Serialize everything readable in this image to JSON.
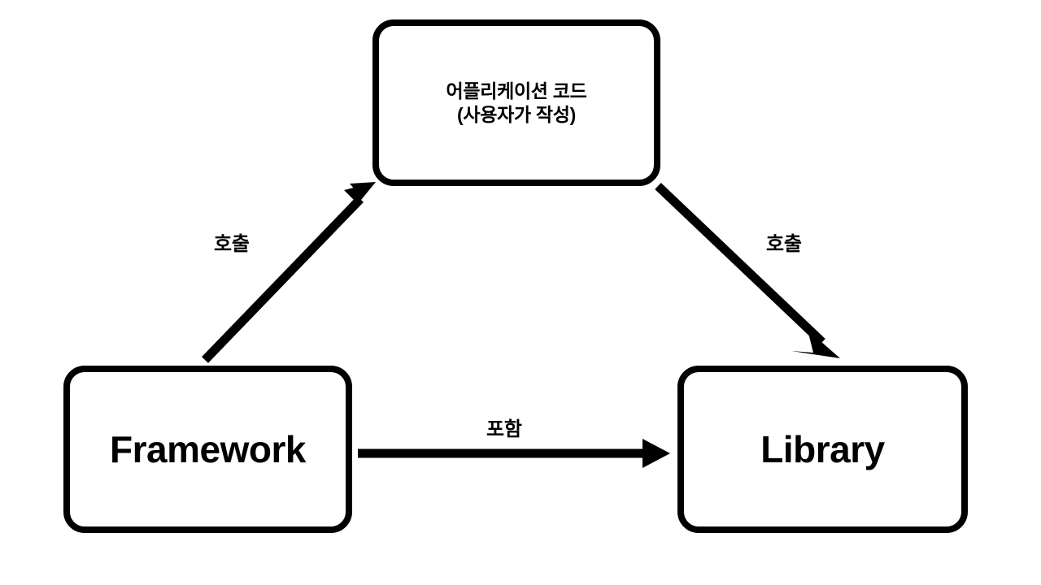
{
  "diagram": {
    "title": "Framework vs Library relationship diagram",
    "background_color": "#ffffff",
    "stroke_color": "#000000",
    "nodes": [
      {
        "id": "application-code",
        "label": "어플리케이션 코드\n(사용자가 작성)",
        "line1": "어플리케이션 코드",
        "line2": "(사용자가 작성)"
      },
      {
        "id": "framework",
        "label": "Framework"
      },
      {
        "id": "library",
        "label": "Library"
      }
    ],
    "edges": [
      {
        "id": "framework-to-application-code",
        "label": "호출",
        "from": "framework",
        "to": "application-code",
        "direction": "up-right"
      },
      {
        "id": "application-code-to-library",
        "label": "호출",
        "from": "application-code",
        "to": "library",
        "direction": "down-right"
      },
      {
        "id": "framework-to-library",
        "label": "포함",
        "from": "framework",
        "to": "library",
        "direction": "right"
      }
    ]
  }
}
